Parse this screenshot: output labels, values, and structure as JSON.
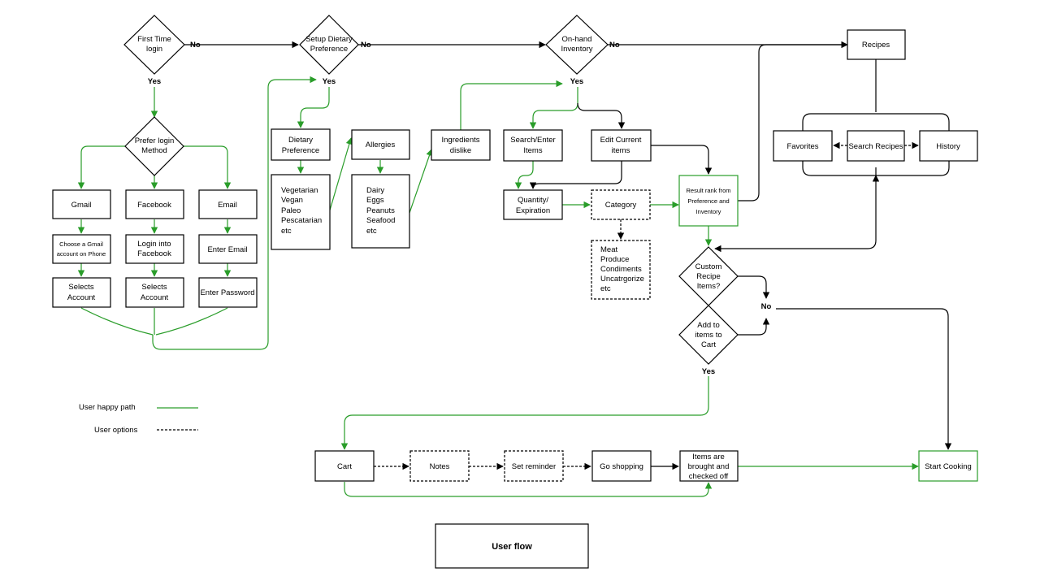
{
  "title": "User flow",
  "legend": {
    "happy_path": "User happy path",
    "options": "User options"
  },
  "decisions": {
    "first_time": [
      "First Time",
      "login"
    ],
    "setup_dietary": [
      "Setup Dietary",
      "Preference"
    ],
    "on_hand": [
      "On-hand",
      "Inventory"
    ],
    "prefer_login": [
      "Prefer login",
      "Method"
    ],
    "custom_recipe": [
      "Custom",
      "Recipe",
      "Items?"
    ],
    "add_to_cart": [
      "Add to",
      "items to",
      "Cart"
    ]
  },
  "labels": {
    "no1": "No",
    "no2": "No",
    "no3": "No",
    "no4": "No",
    "yes1": "Yes",
    "yes2": "Yes",
    "yes3": "Yes",
    "yes4": "Yes"
  },
  "login": {
    "gmail": "Gmail",
    "facebook": "Facebook",
    "email": "Email",
    "choose_gmail": [
      "Choose a Gmail",
      "account on Phone"
    ],
    "login_facebook": [
      "Login into",
      "Facebook"
    ],
    "enter_email": "Enter Email",
    "selects_account_1": [
      "Selects",
      "Account"
    ],
    "selects_account_2": [
      "Selects",
      "Account"
    ],
    "enter_password": "Enter Password"
  },
  "dietary": {
    "preference": [
      "Dietary",
      "Preference"
    ],
    "preference_items": [
      "Vegetarian",
      "Vegan",
      "Paleo",
      "Pescatarian",
      "etc"
    ],
    "allergies": "Allergies",
    "allergy_items": [
      "Dairy",
      "Eggs",
      "Peanuts",
      "Seafood",
      "etc"
    ],
    "dislike": [
      "Ingredients",
      "dislike"
    ]
  },
  "inventory": {
    "search_enter": [
      "Search/Enter",
      "Items"
    ],
    "edit_current": [
      "Edit Current",
      "items"
    ],
    "quantity": [
      "Quantity/",
      "Expiration"
    ],
    "category": "Category",
    "category_items": [
      "Meat",
      "Produce",
      "Condiments",
      "Uncatrgorize",
      "etc"
    ],
    "result_rank": [
      "Result rank from",
      "Preference and",
      "Inventory"
    ]
  },
  "recipes": {
    "recipes": "Recipes",
    "favorites": "Favorites",
    "search": "Search Recipes",
    "history": "History"
  },
  "cart_flow": {
    "cart": "Cart",
    "notes": "Notes",
    "reminder": "Set reminder",
    "shopping": "Go shopping",
    "brought": [
      "Items are",
      "brought and",
      "checked off"
    ],
    "start_cooking": "Start Cooking"
  }
}
